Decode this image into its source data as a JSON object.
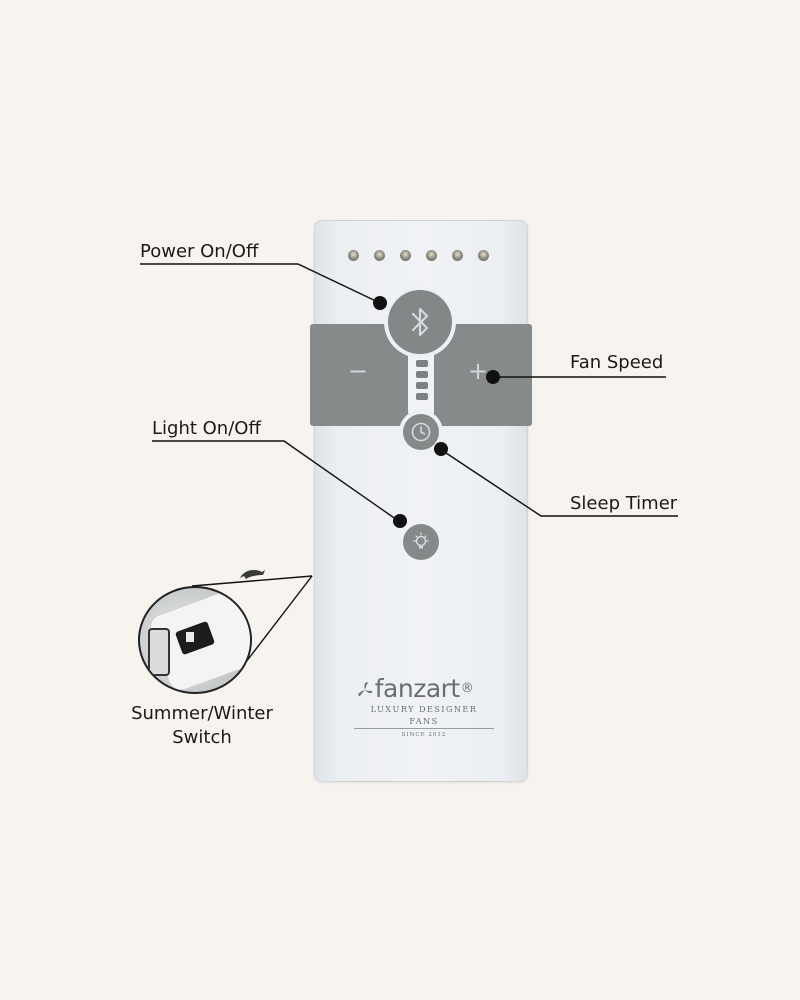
{
  "labels": {
    "power": "Power On/Off",
    "fan_speed": "Fan Speed",
    "light": "Light On/Off",
    "sleep_timer": "Sleep Timer",
    "switch_line1": "Summer/Winter",
    "switch_line2": "Switch"
  },
  "remote": {
    "led_count": 6,
    "minus_symbol": "−",
    "plus_symbol": "+",
    "speed_levels": 4
  },
  "logo": {
    "brand": "fanzart",
    "registered": "®",
    "tagline": "LUXURY DESIGNER FANS",
    "since": "SINCE 2012"
  },
  "colors": {
    "background": "#f7f3ee",
    "remote_body": "#eceff2",
    "button_gray": "#86898a",
    "band_gray": "#878a8b",
    "callout": "#111111"
  },
  "icons": [
    "bluetooth-icon",
    "clock-icon",
    "bulb-icon",
    "fan-logo-icon",
    "dolphin-icon"
  ]
}
